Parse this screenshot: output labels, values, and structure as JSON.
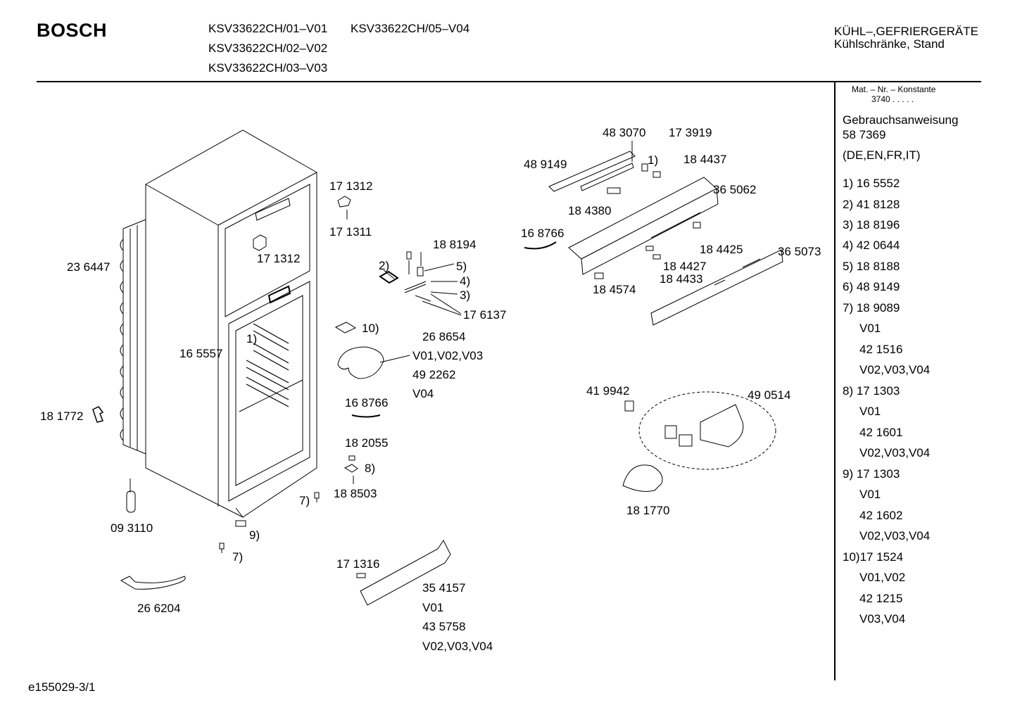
{
  "header": {
    "brand": "BOSCH",
    "models": [
      "KSV33622CH/01–V01",
      "KSV33622CH/05–V04",
      "KSV33622CH/02–V02",
      "KSV33622CH/03–V03"
    ],
    "category_line1": "KÜHL–,GEFRIERGERÄTE",
    "category_line2": "Kühlschränke, Stand"
  },
  "sidebar": {
    "mat_label": "Mat. – Nr. – Konstante",
    "mat_value": "3740  .   .   .   .   .",
    "manual_title": "Gebrauchsanweisung",
    "manual_number": "58 7369",
    "manual_languages": "(DE,EN,FR,IT)",
    "items": [
      "1) 16 5552",
      "2) 41 8128",
      "3) 18 8196",
      "4) 42 0644",
      "5) 18 8188",
      "6) 48 9149",
      "7) 18 9089",
      "V01",
      "42 1516",
      "V02,V03,V04",
      "8) 17 1303",
      "V01",
      "42 1601",
      "V02,V03,V04",
      "9) 17 1303",
      "V01",
      "42 1602",
      "V02,V03,V04",
      "10)17 1524",
      "V01,V02",
      "42 1215",
      "V03,V04"
    ]
  },
  "diagram_labels": {
    "l236447": "23 6447",
    "l171312a": "17 1312",
    "l171311": "17 1311",
    "l171312b": "17 1312",
    "l165557": "16 5557",
    "l1a": "1)",
    "l181772": "18 1772",
    "l093110": "09 3110",
    "l7a": "7)",
    "l9": "9)",
    "l7b": "7)",
    "l266204": "26 6204",
    "l188194": "18 8194",
    "l2": "2)",
    "l5": "5)",
    "l4": "4)",
    "l3": "3)",
    "l176137": "17 6137",
    "l10": "10)",
    "l268654": "26 8654",
    "lv010203": "V01,V02,V03",
    "l492262": "49 2262",
    "lv04": "V04",
    "l168766b": "16 8766",
    "l182055": "18 2055",
    "l8": "8)",
    "l188503": "18 8503",
    "l171316": "17 1316",
    "l354157": "35 4157",
    "lv01": "V01",
    "l435758": "43 5758",
    "lv020304": "V02,V03,V04",
    "l483070": "48 3070",
    "l173919": "17 3919",
    "l489149": "48 9149",
    "l1b": "1)",
    "l184437": "18 4437",
    "l365062": "36 5062",
    "l184380": "18 4380",
    "l168766a": "16 8766",
    "l184425": "18 4425",
    "l365073": "36 5073",
    "l184427": "18 4427",
    "l184433": "18 4433",
    "l184574": "18 4574",
    "l419942": "41 9942",
    "l490514": "49 0514",
    "l181770": "18 1770"
  },
  "footer": {
    "code": "e155029-3/1"
  }
}
